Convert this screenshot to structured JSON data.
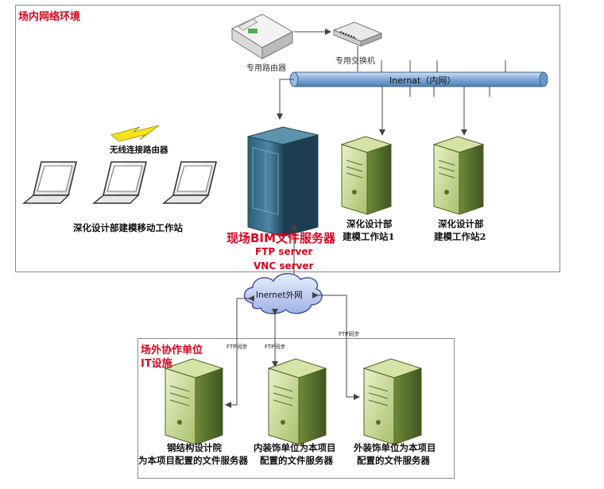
{
  "onsite": {
    "title": "场内网络环境",
    "router_label": "专用路由器",
    "switch_label": "专用交换机",
    "lan_label": "Inernat（内网）",
    "wireless_label": "无线连接路由器",
    "mobile_label": "深化设计部建模移动工作站",
    "server_title": "现场BIM文件服务器",
    "ftp_label": "FTP server",
    "vnc_label": "VNC server",
    "ws1_line1": "深化设计部",
    "ws1_line2": "建模工作站1",
    "ws2_line1": "深化设计部",
    "ws2_line2": "建模工作站2"
  },
  "internet": {
    "label": "Inernet外网",
    "sync_left": "FTP同步",
    "sync_mid": "FTP同步",
    "sync_right": "FTP同步"
  },
  "offsite": {
    "title_line1": "场外协作单位",
    "title_line2": "IT设施",
    "srv1_line1": "钢结构设计院",
    "srv1_line2": "为本项目配置的文件服务器",
    "srv2_line1": "内装饰单位为本项目",
    "srv2_line2": "配置的文件服务器",
    "srv3_line1": "外装饰单位为本项目",
    "srv3_line2": "配置的文件服务器"
  }
}
